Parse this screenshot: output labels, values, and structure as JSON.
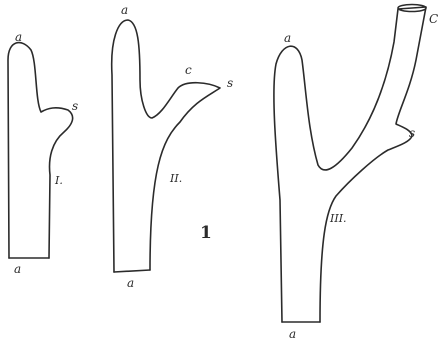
{
  "figure": {
    "number": "1",
    "specimens": [
      {
        "numeral": "I.",
        "tip_top": "a",
        "tip_bottom": "a",
        "side_branch": "s"
      },
      {
        "numeral": "II.",
        "tip_top": "a",
        "tip_bottom": "a",
        "side_branch": "s",
        "side_bud": "c"
      },
      {
        "numeral": "III.",
        "tip_top": "a",
        "tip_bottom": "a",
        "side_branch": "s",
        "cut_end": "C"
      }
    ]
  },
  "colors": {
    "ink": "#2b2b2b",
    "paper": "#ffffff"
  }
}
